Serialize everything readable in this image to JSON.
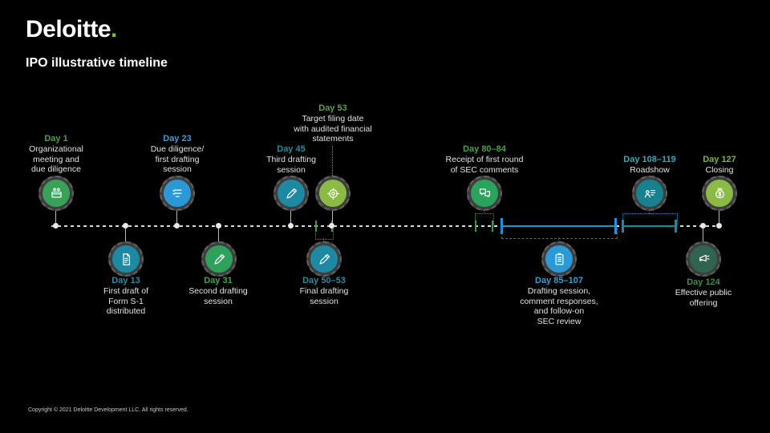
{
  "page": {
    "logo_text": "Deloitte",
    "logo_dot": ".",
    "logo_dot_color": "#86bc25",
    "title": "IPO illustrative timeline",
    "footer": "Copyright © 2021 Deloitte Development LLC. All rights reserved."
  },
  "timeline": {
    "colors": {
      "line": "#d9d9d9",
      "green": "#2f9e4f",
      "blue": "#2591d6",
      "teal": "#1c8ba0",
      "teal_dark": "#1f7fa8"
    },
    "milestones": [
      {
        "day": "Day 1",
        "description": "Organizational\nmeeting and\ndue diligence",
        "icon": "meeting-icon",
        "day_color": "#46a34b",
        "circle_color": "#38a258"
      },
      {
        "day": "Day 13",
        "description": "First draft of\nForm S-1\ndistributed",
        "icon": "document-icon",
        "day_color": "#228fa3",
        "circle_color": "#1d89a2"
      },
      {
        "day": "Day 23",
        "description": "Due diligence/\nfirst drafting\nsession",
        "icon": "checklist-pen-icon",
        "day_color": "#35a0d9",
        "circle_color": "#2b99d8"
      },
      {
        "day": "Day 31",
        "description": "Second drafting\nsession",
        "icon": "pen-icon",
        "day_color": "#46a34b",
        "circle_color": "#2fa15c"
      },
      {
        "day": "Day 45",
        "description": "Third drafting\nsession",
        "icon": "pen-icon",
        "day_color": "#228fa3",
        "circle_color": "#1d89a2"
      },
      {
        "day": "Day 50–53",
        "description": "Final drafting\nsession",
        "icon": "pen-icon",
        "day_color": "#228fa3",
        "circle_color": "#1d89a2"
      },
      {
        "day": "Day 53",
        "description": "Target filing date\nwith audited financial\nstatements",
        "icon": "target-icon",
        "day_color": "#55a545",
        "circle_color": "#8cbb45"
      },
      {
        "day": "Day 80–84",
        "description": "Receipt of first round\nof  SEC comments",
        "icon": "chat-bubbles-icon",
        "day_color": "#46a34b",
        "circle_color": "#2aa45c"
      },
      {
        "day": "Day 85–107",
        "description": "Drafting session,\ncomment responses,\nand follow-on\nSEC review",
        "icon": "clipboard-icon",
        "day_color": "#35a0d9",
        "circle_color": "#2b99d8"
      },
      {
        "day": "Day 108–119",
        "description": "Roadshow",
        "icon": "presentation-icon",
        "day_color": "#35aabf",
        "circle_color": "#18818f"
      },
      {
        "day": "Day 124",
        "description": "Effective public\noffering",
        "icon": "megaphone-icon",
        "day_color": "#3d8a52",
        "circle_color": "#2f6450"
      },
      {
        "day": "Day 127",
        "description": "Closing",
        "icon": "money-bag-icon",
        "day_color": "#7ab648",
        "circle_color": "#8cbb45"
      }
    ]
  }
}
